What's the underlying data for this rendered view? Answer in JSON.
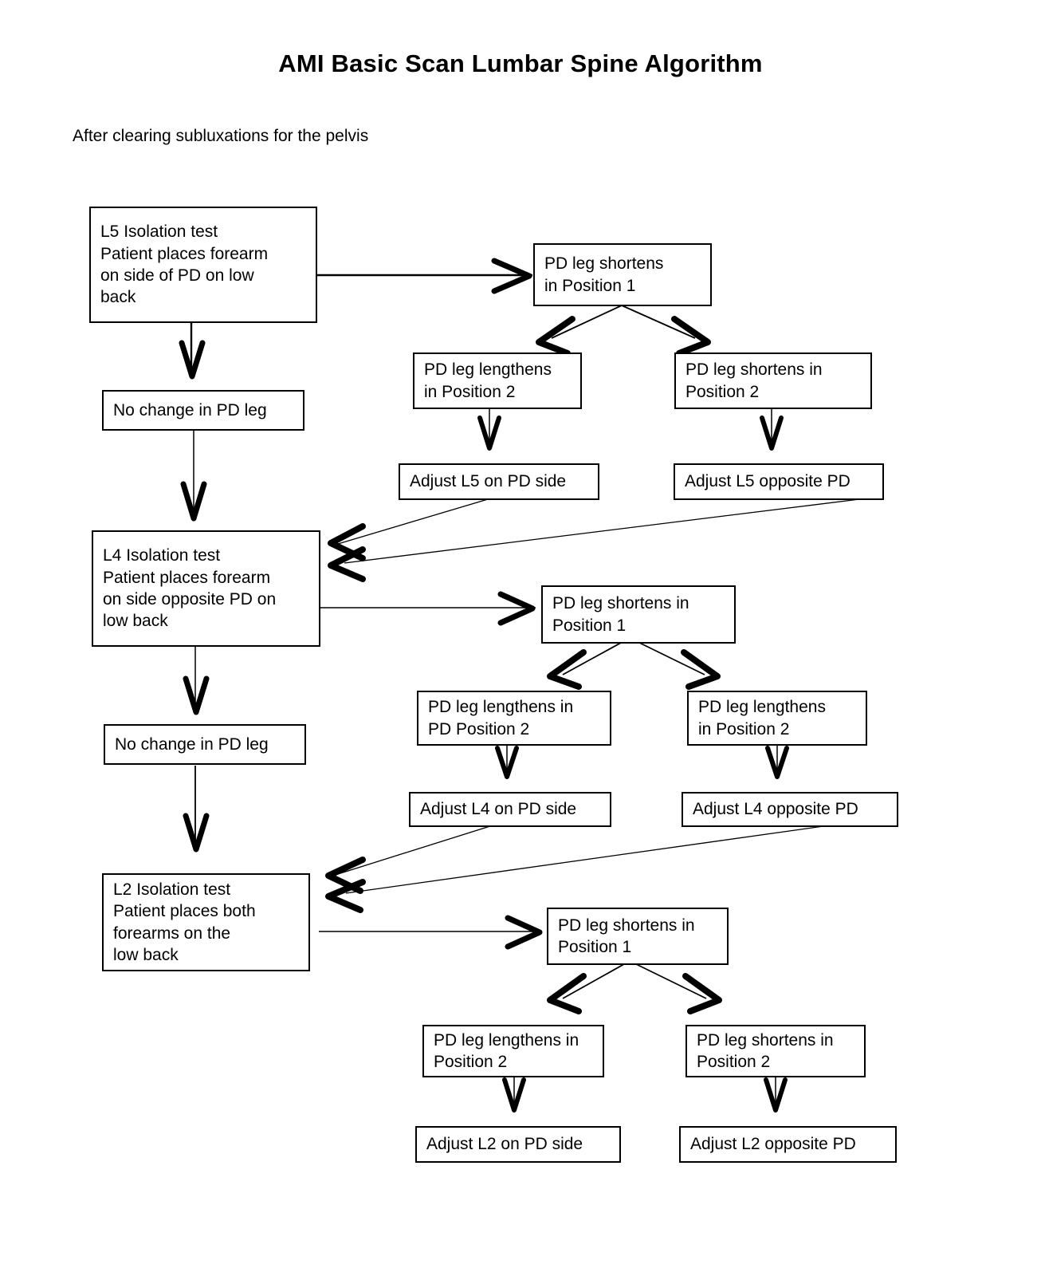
{
  "page": {
    "title": "AMI Basic Scan Lumbar Spine Algorithm",
    "subtitle": "After clearing subluxations for the pelvis"
  },
  "colors": {
    "ink": "#000000",
    "paper": "#ffffff"
  },
  "flow": {
    "l5": {
      "test": "L5 Isolation test\nPatient places forearm\non side of PD on low\nback",
      "no_change": "No change in PD leg",
      "position1": "PD leg shortens\nin Position 1",
      "branch_left": "PD leg lengthens\nin Position 2",
      "branch_right": "PD leg shortens in\nPosition 2",
      "adjust_left": "Adjust L5 on PD side",
      "adjust_right": "Adjust L5 opposite PD"
    },
    "l4": {
      "test": "L4 Isolation test\nPatient places forearm\non side opposite PD on\nlow back",
      "no_change": "No change in PD leg",
      "position1": "PD leg shortens in\nPosition 1",
      "branch_left": "PD leg lengthens in\nPD Position 2",
      "branch_right": "PD leg lengthens\nin Position 2",
      "adjust_left": "Adjust L4 on PD side",
      "adjust_right": "Adjust L4 opposite PD"
    },
    "l2": {
      "test": "L2 Isolation test\nPatient places both\nforearms on the\nlow back",
      "position1": "PD leg shortens in\nPosition 1",
      "branch_left": "PD leg lengthens in\nPosition 2",
      "branch_right": "PD leg shortens in\nPosition 2",
      "adjust_left": "Adjust L2 on PD side",
      "adjust_right": "Adjust L2 opposite PD"
    }
  }
}
